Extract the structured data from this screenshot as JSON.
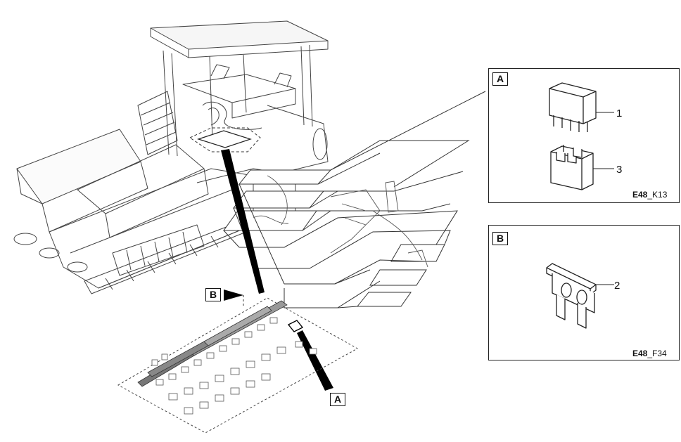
{
  "callouts": {
    "a_main": "A",
    "b_main": "B",
    "a_panel": "A",
    "b_panel": "B"
  },
  "panel_a": {
    "relay_label": "1",
    "socket_label": "3",
    "code_bold": "E48",
    "code_rest": "_K13"
  },
  "panel_b": {
    "fuse_label": "2",
    "code_bold": "E48",
    "code_rest": "_F34"
  },
  "colors": {
    "line": "#222222",
    "panel_border": "#222222",
    "pointer": "#000000"
  }
}
